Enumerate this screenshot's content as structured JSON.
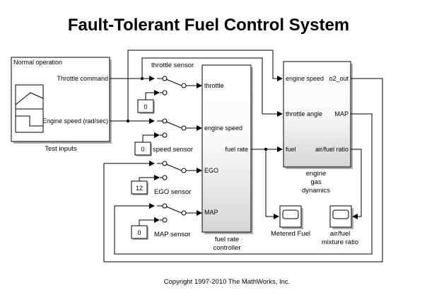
{
  "title": "Fault-Tolerant Fuel Control System",
  "copyright": "Copyright 1997-2010 The MathWorks, Inc.",
  "blocks": {
    "test_inputs": {
      "label": "Test inputs",
      "header": "Normal operation",
      "outputs": [
        "Throttle command",
        "Engine speed (rad/sec)"
      ]
    },
    "fuel_rate_controller": {
      "label_line1": "fuel rate",
      "label_line2": "controller",
      "inputs": [
        "throttle",
        "engine speed",
        "EGO",
        "MAP"
      ],
      "output": "fuel rate"
    },
    "engine_gas_dynamics": {
      "label_line1": "engine",
      "label_line2": "gas",
      "label_line3": "dynamics",
      "inputs": [
        "engine speed",
        "throttle angle",
        "fuel"
      ],
      "outputs": [
        "o2_out",
        "MAP",
        "air/fuel ratio"
      ]
    },
    "scope_metered_fuel": {
      "label": "Metered Fuel"
    },
    "scope_air_fuel": {
      "label_line1": "air/fuel",
      "label_line2": "mixture ratio"
    }
  },
  "switches": [
    {
      "label": "throttle sensor",
      "constant": "0"
    },
    {
      "label": "speed sensor",
      "constant": "0"
    },
    {
      "label": "EGO sensor",
      "constant": "12"
    },
    {
      "label": "MAP sensor",
      "constant": "0"
    }
  ],
  "colors": {
    "line": "#000000",
    "block_fill_top": "#ffffff",
    "block_fill_bottom": "#d8d8d8",
    "shadow": "#a0a0a0"
  }
}
